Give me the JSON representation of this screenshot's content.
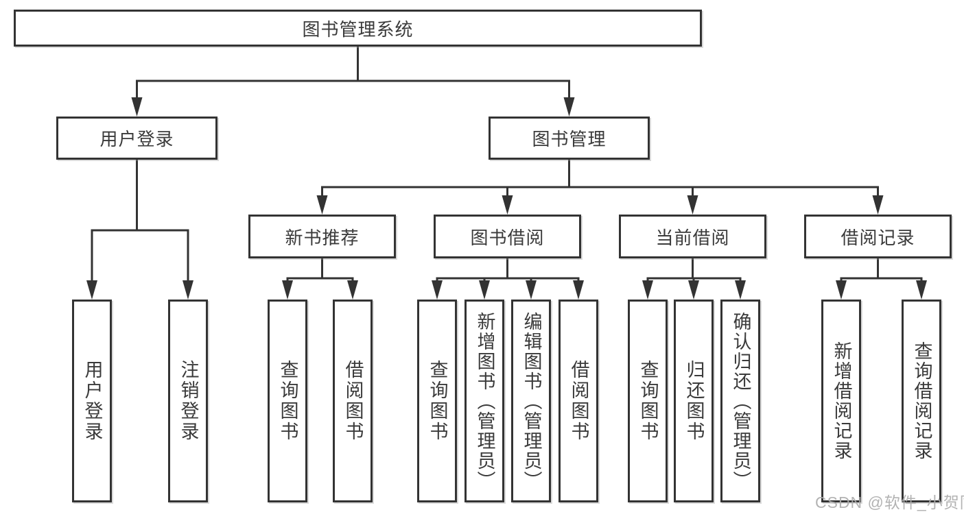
{
  "diagram": {
    "title": "图书管理系统",
    "watermark": "CSDN @软件_小贺同学",
    "colors": {
      "line": "#333333",
      "border": "#333333",
      "text": "#3a3a3a",
      "background": "#ffffff",
      "watermark": "#acacac"
    },
    "root": {
      "label": "图书管理系统"
    },
    "level2": [
      {
        "label": "用户登录"
      },
      {
        "label": "图书管理"
      }
    ],
    "level3": [
      {
        "label": "新书推荐",
        "parent": "图书管理"
      },
      {
        "label": "图书借阅",
        "parent": "图书管理"
      },
      {
        "label": "当前借阅",
        "parent": "图书管理"
      },
      {
        "label": "借阅记录",
        "parent": "图书管理"
      }
    ],
    "leaves": [
      {
        "label": "用户登录",
        "parent": "用户登录"
      },
      {
        "label": "注销登录",
        "parent": "用户登录"
      },
      {
        "label": "查询图书",
        "parent": "新书推荐"
      },
      {
        "label": "借阅图书",
        "parent": "新书推荐"
      },
      {
        "label": "查询图书",
        "parent": "图书借阅"
      },
      {
        "label": "新增图书（管理员）",
        "parent": "图书借阅"
      },
      {
        "label": "编辑图书（管理员）",
        "parent": "图书借阅"
      },
      {
        "label": "借阅图书",
        "parent": "图书借阅"
      },
      {
        "label": "查询图书",
        "parent": "当前借阅"
      },
      {
        "label": "归还图书",
        "parent": "当前借阅"
      },
      {
        "label": "确认归还（管理员）",
        "parent": "当前借阅"
      },
      {
        "label": "新增借阅记录",
        "parent": "借阅记录"
      },
      {
        "label": "查询借阅记录",
        "parent": "借阅记录"
      }
    ]
  }
}
